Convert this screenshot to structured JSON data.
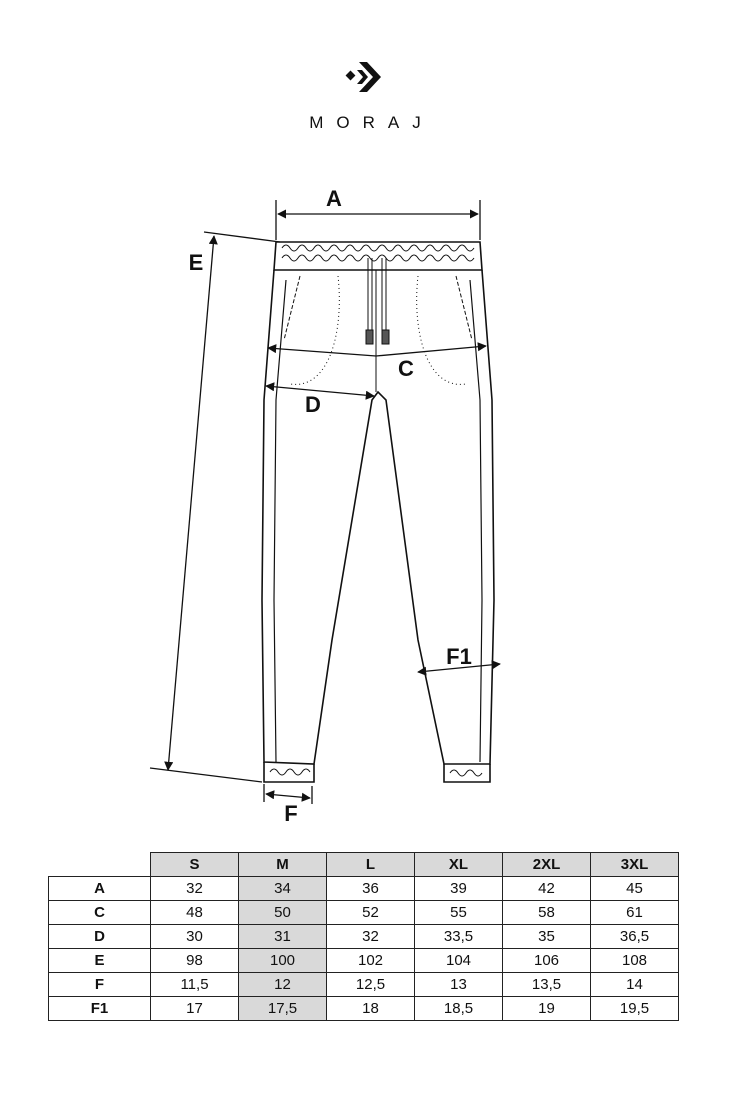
{
  "brand": {
    "logo_icon": "chevron-arrow-logo",
    "name": "MORAJ"
  },
  "diagram": {
    "labels": {
      "a": "A",
      "c": "C",
      "d": "D",
      "e": "E",
      "f": "F",
      "f1": "F1"
    }
  },
  "size_table": {
    "columns": [
      "S",
      "M",
      "L",
      "XL",
      "2XL",
      "3XL"
    ],
    "highlight_column": "M",
    "rows": [
      {
        "label": "A",
        "values": [
          "32",
          "34",
          "36",
          "39",
          "42",
          "45"
        ]
      },
      {
        "label": "C",
        "values": [
          "48",
          "50",
          "52",
          "55",
          "58",
          "61"
        ]
      },
      {
        "label": "D",
        "values": [
          "30",
          "31",
          "32",
          "33,5",
          "35",
          "36,5"
        ]
      },
      {
        "label": "E",
        "values": [
          "98",
          "100",
          "102",
          "104",
          "106",
          "108"
        ]
      },
      {
        "label": "F",
        "values": [
          "11,5",
          "12",
          "12,5",
          "13",
          "13,5",
          "14"
        ]
      },
      {
        "label": "F1",
        "values": [
          "17",
          "17,5",
          "18",
          "18,5",
          "19",
          "19,5"
        ]
      }
    ]
  }
}
